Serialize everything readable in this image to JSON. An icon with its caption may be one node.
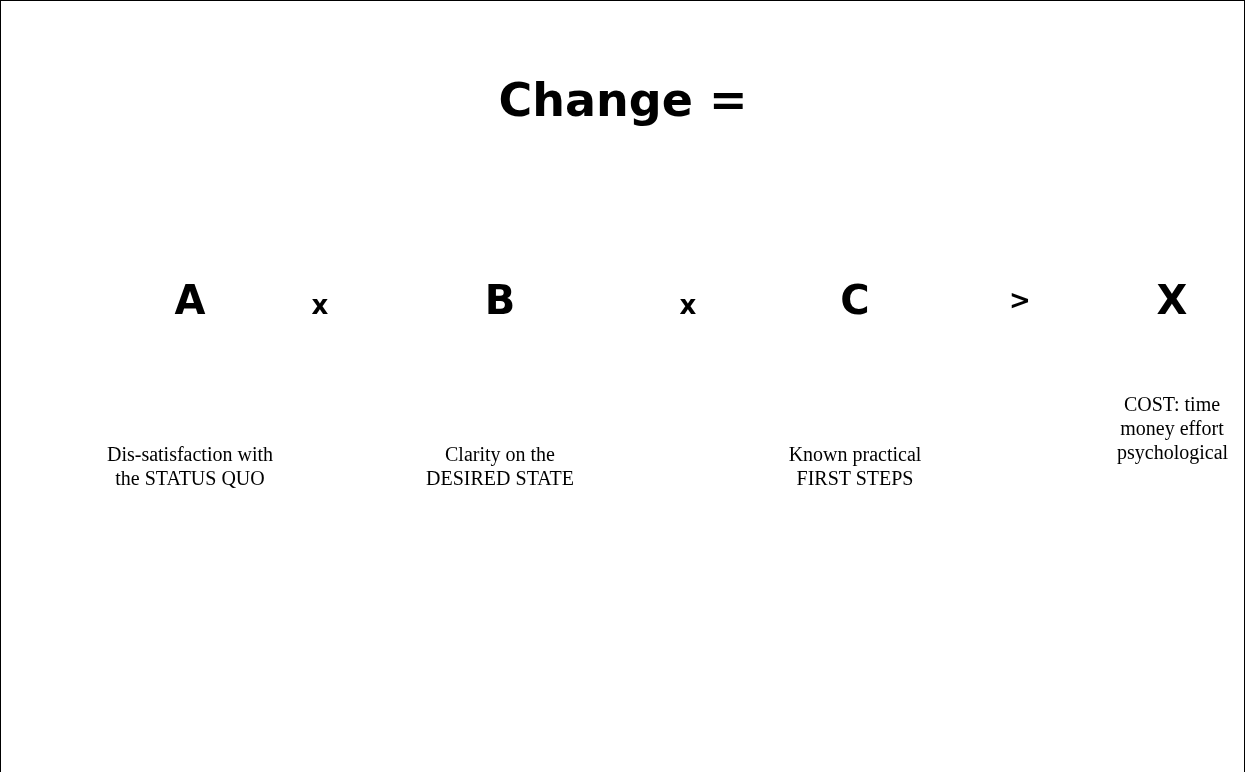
{
  "diagram": {
    "title": "Change =",
    "labels": [
      "A",
      "x",
      "B",
      "x",
      "C",
      ">",
      "X",
      "Dis-satisfaction with the STATUS QUO",
      "Clarity on the DESIRED STATE",
      "Known practical FIRST STEPS",
      "COST: time money effort psychological"
    ]
  }
}
